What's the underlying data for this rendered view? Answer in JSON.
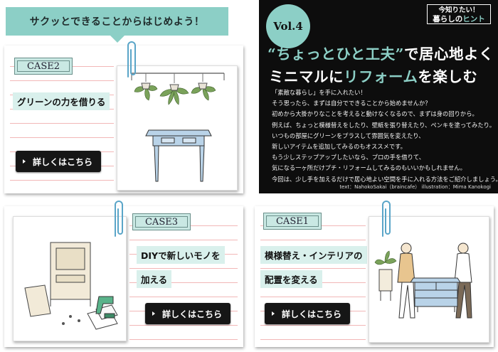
{
  "header": {
    "ribbon_text": "サクッとできることからはじめよう！"
  },
  "hero": {
    "vol_label": "Vol.4",
    "series_line1": "今知りたい！",
    "series_line2_a": "暮らしの",
    "series_line2_b": "ヒント",
    "title_line1_a": "“ちょっとひと工夫”",
    "title_line1_b": "で居心地よく",
    "title_line2_a": "ミニマルに",
    "title_line2_b": "リフォーム",
    "title_line2_c": "を楽しむ",
    "body_lines": [
      "「素敵な暮らし」を手に入れたい！",
      "そう思ったら、まずは自分でできることから始めませんか？",
      "初めから大掛かりなことを考えると動けなくなるので、まずは身の回りから。",
      "例えば、ちょっと模様替えをしたり、壁紙を張り替えたり、ペンキを塗ってみたり。",
      "いつもの部屋にグリーンをプラスして雰囲気を変えたり、",
      "新しいアイテムを追加してみるのもオススメです。",
      "もう少しステップアップしたいなら、プロの手を借りて、",
      "気になる一ヶ所だけプチ・リフォームしてみるのもいいかもしれません。",
      "今回は、少し手を加えるだけで居心地よい空間を手に入れる方法をご紹介しましょう。"
    ],
    "credits": "text：NahokoSakai（braincafe） illustration：Mima Kanokogi"
  },
  "cases": {
    "case2": {
      "tag": "CASE2",
      "text_lines": [
        "グリーンの力を借りる"
      ],
      "button": "詳しくはこちら"
    },
    "case3": {
      "tag": "CASE3",
      "text_lines": [
        "DIYで新しいモノを",
        "加える"
      ],
      "button": "詳しくはこちら"
    },
    "case1": {
      "tag": "CASE1",
      "text_lines": [
        "模様替え・インテリアの",
        "配置を変える"
      ],
      "button": "詳しくはこちら"
    }
  },
  "colors": {
    "accent_teal": "#8ccfc6",
    "tag_bg": "#c9e8e3",
    "text_highlight": "#d9f0ec",
    "rule_line": "#f2b7b7",
    "panel": "#0d0d0d"
  },
  "icons": [
    "paperclip-icon",
    "play-triangle-icon"
  ]
}
